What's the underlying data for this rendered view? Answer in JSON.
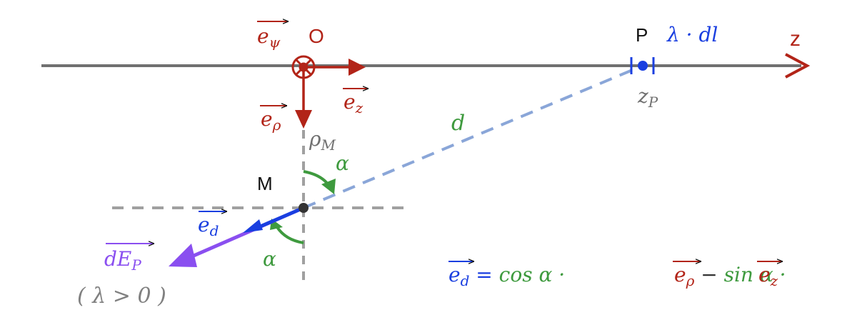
{
  "labels": {
    "origin": "O",
    "point_p": "P",
    "point_m": "M",
    "axis_z": "z",
    "charge_element": "λ · dl",
    "z_p_base": "z",
    "z_p_sub": "P",
    "rho_m_base": "ρ",
    "rho_m_sub": "M",
    "distance": "d",
    "angle_top": "α",
    "angle_bottom": "α",
    "condition": "( λ > 0 )"
  },
  "vectors": {
    "e_psi": {
      "base": "e",
      "sub": "ψ"
    },
    "e_z": {
      "base": "e",
      "sub": "z"
    },
    "e_rho": {
      "base": "e",
      "sub": "ρ"
    },
    "e_d": {
      "base": "e",
      "sub": "d"
    },
    "dE_P": {
      "base": "dE",
      "sub": "P"
    }
  },
  "equation": {
    "lhs": {
      "base": "e",
      "sub": "d"
    },
    "eq": " = ",
    "cos": "cos α · ",
    "rho": {
      "base": "e",
      "sub": "ρ"
    },
    "minus": " − ",
    "sin": "sin α · ",
    "z": {
      "base": "e",
      "sub": "z"
    }
  },
  "colors": {
    "red": "#b22418",
    "blue": "#1a3fe0",
    "purple": "#8a4ff0",
    "green": "#3e9a3e",
    "gray": "#707070",
    "dashblue": "#8aa6d8"
  }
}
